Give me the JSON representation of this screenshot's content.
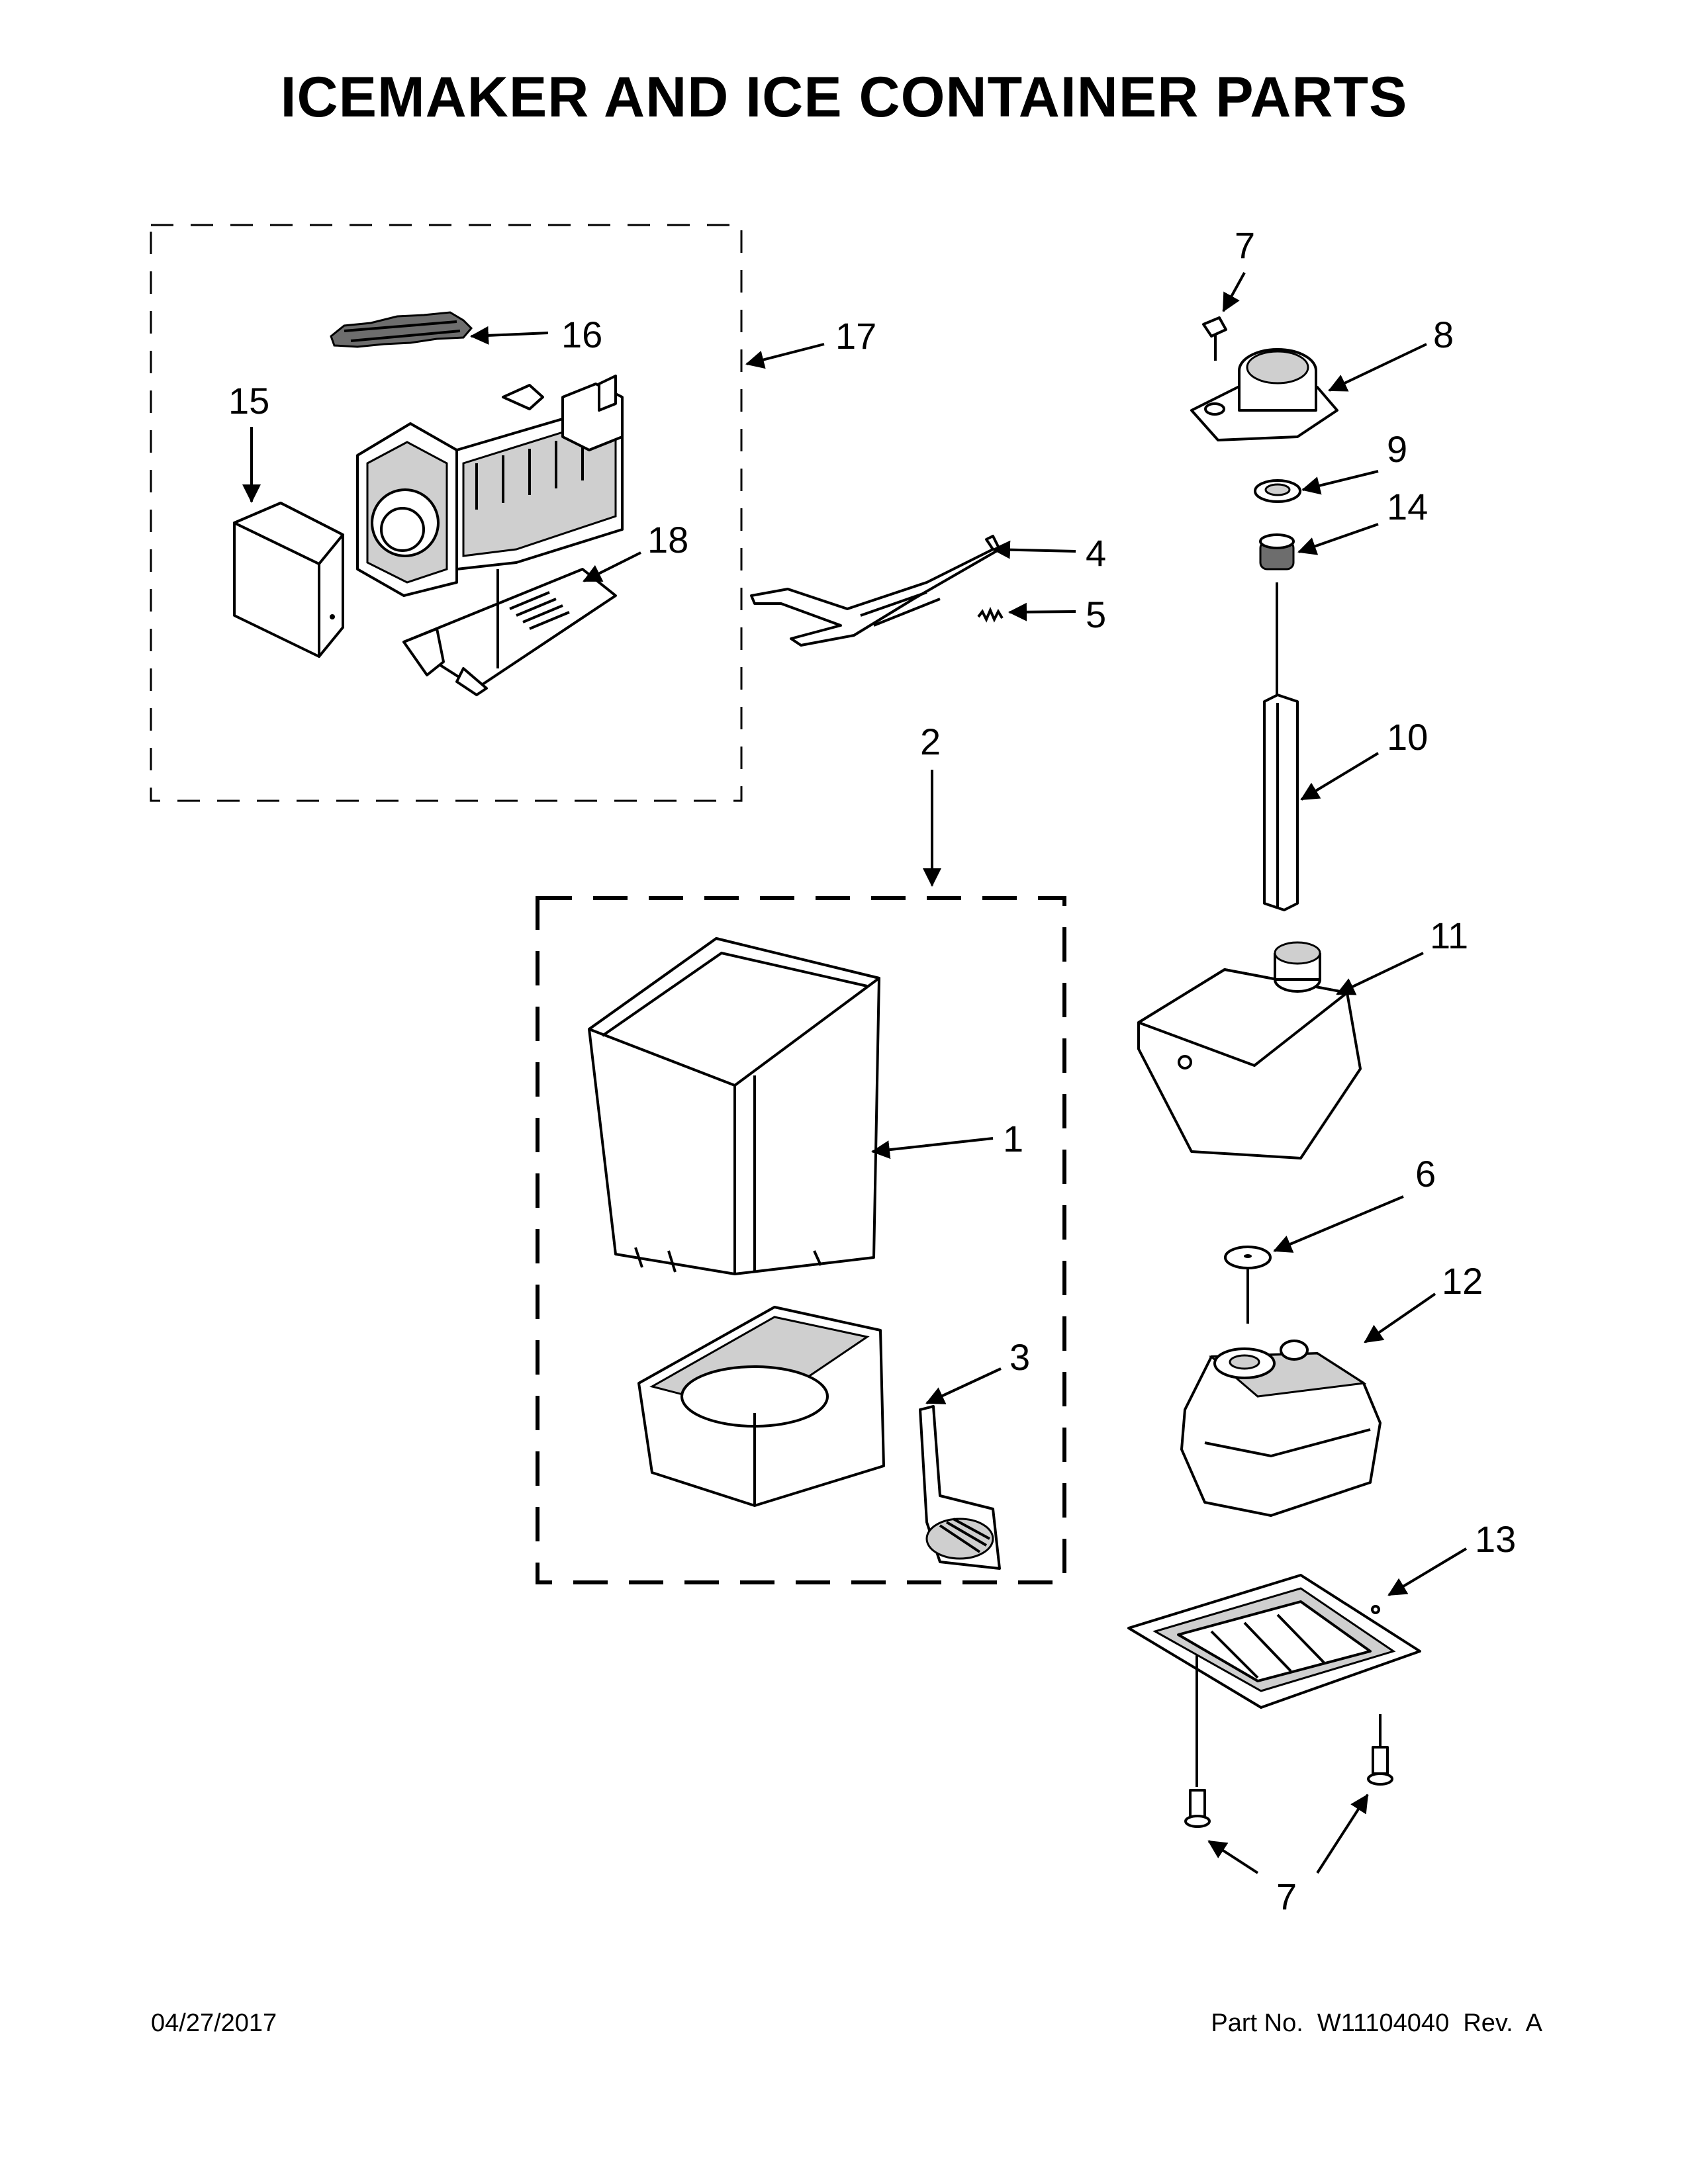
{
  "title": "ICEMAKER AND ICE CONTAINER PARTS",
  "callouts": {
    "c1": "1",
    "c2": "2",
    "c3": "3",
    "c4": "4",
    "c5": "5",
    "c6": "6",
    "c7_top": "7",
    "c7_bottom": "7",
    "c8": "8",
    "c9": "9",
    "c10": "10",
    "c11": "11",
    "c12": "12",
    "c13": "13",
    "c14": "14",
    "c15": "15",
    "c16": "16",
    "c17": "17",
    "c18": "18"
  },
  "footer": {
    "date": "04/27/2017",
    "part_number": "Part No.  W11104040  Rev.  A"
  }
}
